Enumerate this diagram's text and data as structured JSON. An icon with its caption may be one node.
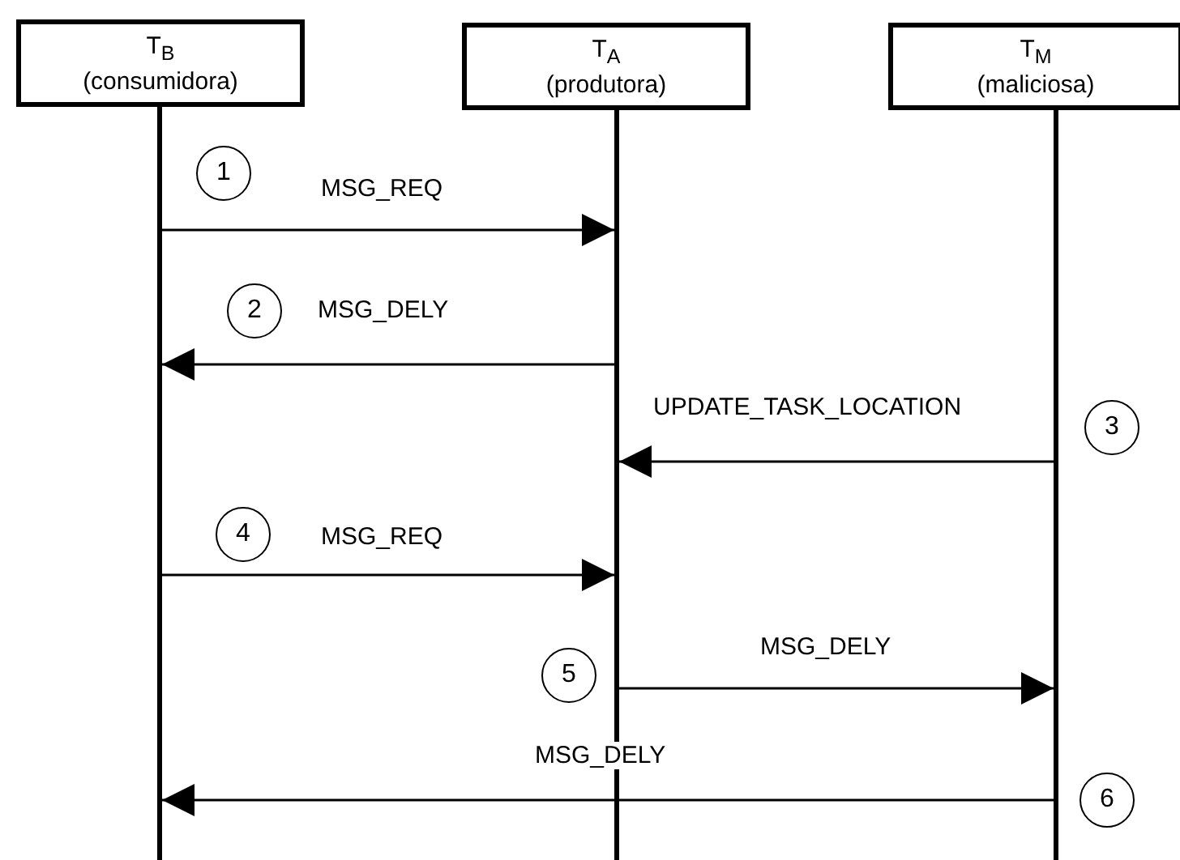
{
  "diagram": {
    "nodes": [
      {
        "text": [
          "T$_{B}$",
          "(consumidora)"
        ]
      },
      {
        "text": [
          "T$_{A}$",
          "(produtora)"
        ]
      },
      {
        "text": [
          "T$_{M}$",
          "(maliciosa)"
        ]
      },
      {
        "text": [],
        "shape": "bar"
      },
      {
        "text": [],
        "shape": "bar"
      },
      {
        "text": [],
        "shape": "bar"
      },
      {
        "text": [
          "1"
        ]
      },
      {
        "text": [
          "2"
        ]
      },
      {
        "text": [
          "3"
        ]
      },
      {
        "text": [
          "4"
        ]
      },
      {
        "text": [
          "5"
        ]
      },
      {
        "text": [
          "6"
        ]
      }
    ],
    "edges": [
      {
        "from": 3,
        "to": 4,
        "arrow": "to",
        "label": "MSG_REQ"
      },
      {
        "from": 4,
        "to": 3,
        "arrow": "to",
        "label": "MSG_DELY"
      },
      {
        "from": 5,
        "to": 4,
        "arrow": "to",
        "label": "UPDATE_TASK_LOCATION"
      },
      {
        "from": 3,
        "to": 4,
        "arrow": "to",
        "label": "MSG_REQ"
      },
      {
        "from": 4,
        "to": 5,
        "arrow": "to",
        "label": "MSG_DELY"
      },
      {
        "from": 5,
        "to": 3,
        "arrow": "to",
        "label": "MSG_DELY"
      }
    ]
  }
}
